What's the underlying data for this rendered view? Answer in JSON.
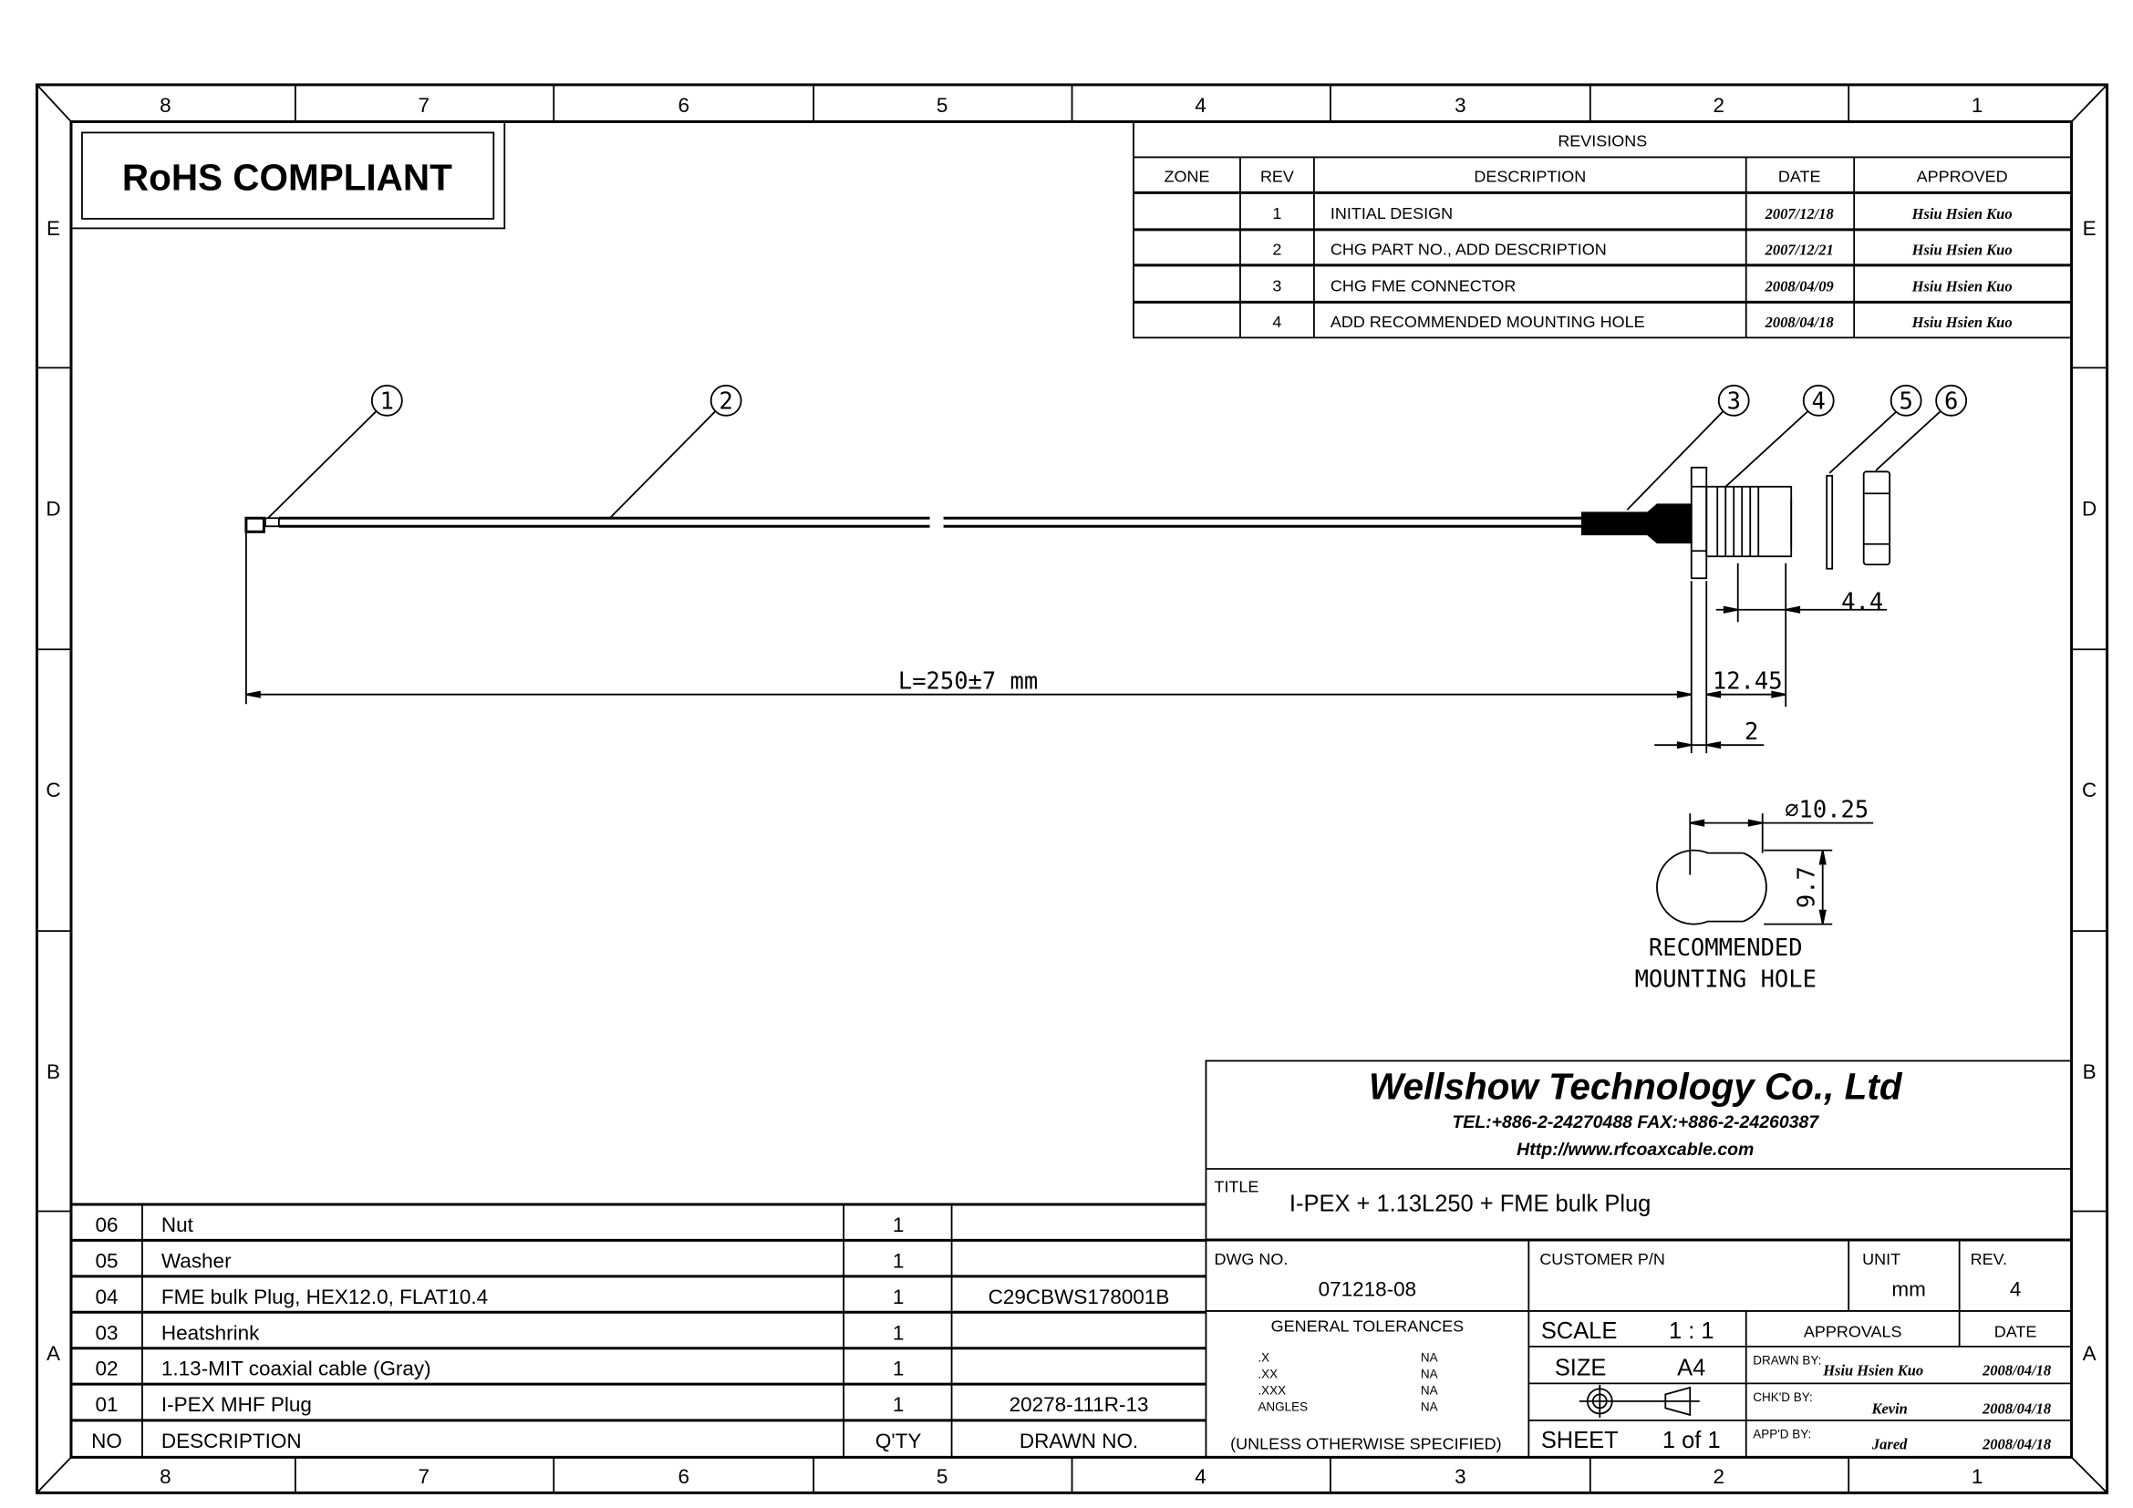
{
  "rohs": "RoHS COMPLIANT",
  "zones": {
    "columns": [
      "8",
      "7",
      "6",
      "5",
      "4",
      "3",
      "2",
      "1"
    ],
    "rows": [
      "E",
      "D",
      "C",
      "B",
      "A"
    ]
  },
  "revisions": {
    "title": "REVISIONS",
    "headers": [
      "ZONE",
      "REV",
      "DESCRIPTION",
      "DATE",
      "APPROVED"
    ],
    "rows": [
      {
        "zone": "",
        "rev": "1",
        "description": "INITIAL DESIGN",
        "date": "2007/12/18",
        "approved": "Hsiu Hsien Kuo"
      },
      {
        "zone": "",
        "rev": "2",
        "description": "CHG PART NO., ADD DESCRIPTION",
        "date": "2007/12/21",
        "approved": "Hsiu Hsien Kuo"
      },
      {
        "zone": "",
        "rev": "3",
        "description": "CHG FME CONNECTOR",
        "date": "2008/04/09",
        "approved": "Hsiu Hsien Kuo"
      },
      {
        "zone": "",
        "rev": "4",
        "description": "ADD RECOMMENDED MOUNTING HOLE",
        "date": "2008/04/18",
        "approved": "Hsiu Hsien Kuo"
      }
    ]
  },
  "drawing": {
    "balloons": [
      "1",
      "2",
      "3",
      "4",
      "5",
      "6"
    ],
    "dim_length": "L=250±7 mm",
    "dim_12_45": "12.45",
    "dim_2": "2",
    "dim_4_4": "4.4",
    "dim_dia": "⌀10.25",
    "dim_9_7": "9.7",
    "hole_label_1": "RECOMMENDED",
    "hole_label_2": "MOUNTING HOLE"
  },
  "bom": {
    "headers": {
      "no": "NO",
      "description": "DESCRIPTION",
      "qty": "Q'TY",
      "drawn_no": "DRAWN NO."
    },
    "rows": [
      {
        "no": "06",
        "description": "Nut",
        "qty": "1",
        "drawn_no": ""
      },
      {
        "no": "05",
        "description": "Washer",
        "qty": "1",
        "drawn_no": ""
      },
      {
        "no": "04",
        "description": "FME bulk Plug, HEX12.0, FLAT10.4",
        "qty": "1",
        "drawn_no": "C29CBWS178001B"
      },
      {
        "no": "03",
        "description": "Heatshrink",
        "qty": "1",
        "drawn_no": ""
      },
      {
        "no": "02",
        "description": "1.13-MIT coaxial cable (Gray)",
        "qty": "1",
        "drawn_no": ""
      },
      {
        "no": "01",
        "description": "I-PEX MHF Plug",
        "qty": "1",
        "drawn_no": "20278-111R-13"
      }
    ]
  },
  "title_block": {
    "company": "Wellshow Technology Co., Ltd",
    "contact": "TEL:+886-2-24270488   FAX:+886-2-24260387",
    "website": "Http://www.rfcoaxcable.com",
    "title_label": "TITLE",
    "title": "I-PEX + 1.13L250 + FME bulk Plug",
    "dwg_no_label": "DWG NO.",
    "dwg_no": "071218-08",
    "customer_pn_label": "CUSTOMER P/N",
    "unit_label": "UNIT",
    "unit": "mm",
    "rev_label": "REV.",
    "rev": "4",
    "tolerances_label": "GENERAL TOLERANCES",
    "tolerances": [
      {
        "k": ".X",
        "v": "NA"
      },
      {
        "k": ".XX",
        "v": "NA"
      },
      {
        "k": ".XXX",
        "v": "NA"
      },
      {
        "k": "ANGLES",
        "v": "NA"
      }
    ],
    "tolerances_note": "(UNLESS OTHERWISE SPECIFIED)",
    "scale_label": "SCALE",
    "scale": "1 : 1",
    "size_label": "SIZE",
    "size": "A4",
    "sheet_label": "SHEET",
    "sheet": "1 of 1",
    "approvals_label": "APPROVALS",
    "date_label": "DATE",
    "drawn_by_label": "DRAWN BY:",
    "drawn_by": "Hsiu Hsien Kuo",
    "drawn_date": "2008/04/18",
    "checked_by_label": "CHK'D BY:",
    "checked_by": "Kevin",
    "checked_date": "2008/04/18",
    "approved_by_label": "APP'D BY:",
    "approved_by": "Jared",
    "approved_date": "2008/04/18"
  }
}
